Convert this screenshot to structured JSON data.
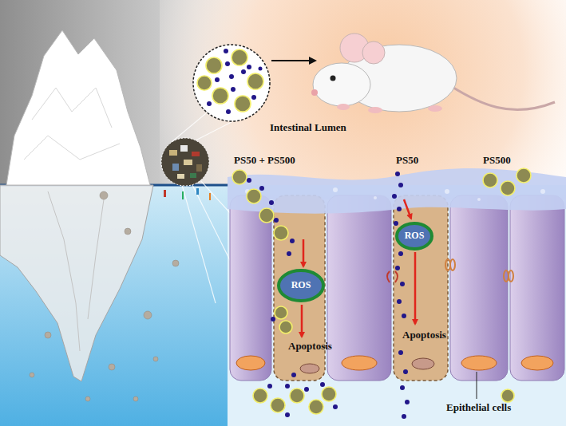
{
  "diagram": {
    "nodes": [
      {
        "text": [
          "ROS"
        ]
      },
      {
        "text": [
          "ROS"
        ]
      }
    ],
    "labels": [
      "Intestinal Lumen",
      "PS50 + PS500",
      "PS50",
      "PS500",
      "Apoptosis",
      "Apoptosis",
      "Epithelial cells"
    ]
  }
}
